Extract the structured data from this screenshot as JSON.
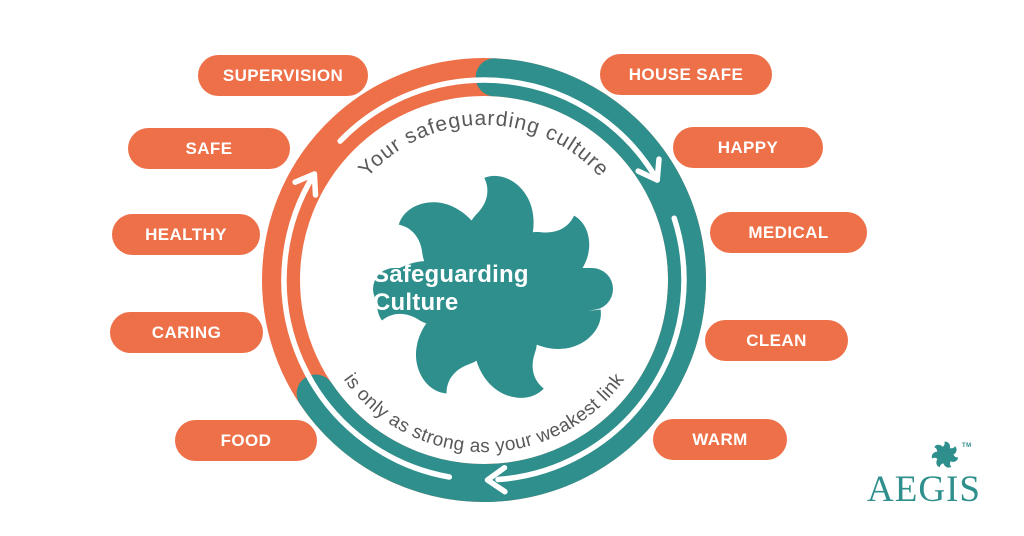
{
  "colors": {
    "orange": "#ED7048",
    "teal": "#2E8F8C",
    "arc_text_gray": "#58595B",
    "label_text": "#FFFFFF",
    "background": "#FFFFFF"
  },
  "diagram": {
    "center_label": "Safeguarding Culture",
    "arc_text_top": "Your safeguarding culture",
    "arc_text_bottom": "is only as strong as your weakest link",
    "center_icon": "pinwheel-icon",
    "arrow_direction": "clockwise",
    "left_pills": [
      {
        "label": "SUPERVISION"
      },
      {
        "label": "SAFE"
      },
      {
        "label": "HEALTHY"
      },
      {
        "label": "CARING"
      },
      {
        "label": "FOOD"
      }
    ],
    "right_pills": [
      {
        "label": "HOUSE SAFE"
      },
      {
        "label": "HAPPY"
      },
      {
        "label": "MEDICAL"
      },
      {
        "label": "CLEAN"
      },
      {
        "label": "WARM"
      }
    ]
  },
  "logo": {
    "brand": "AEGIS",
    "trademark": "TM",
    "icon": "pinwheel-icon"
  }
}
